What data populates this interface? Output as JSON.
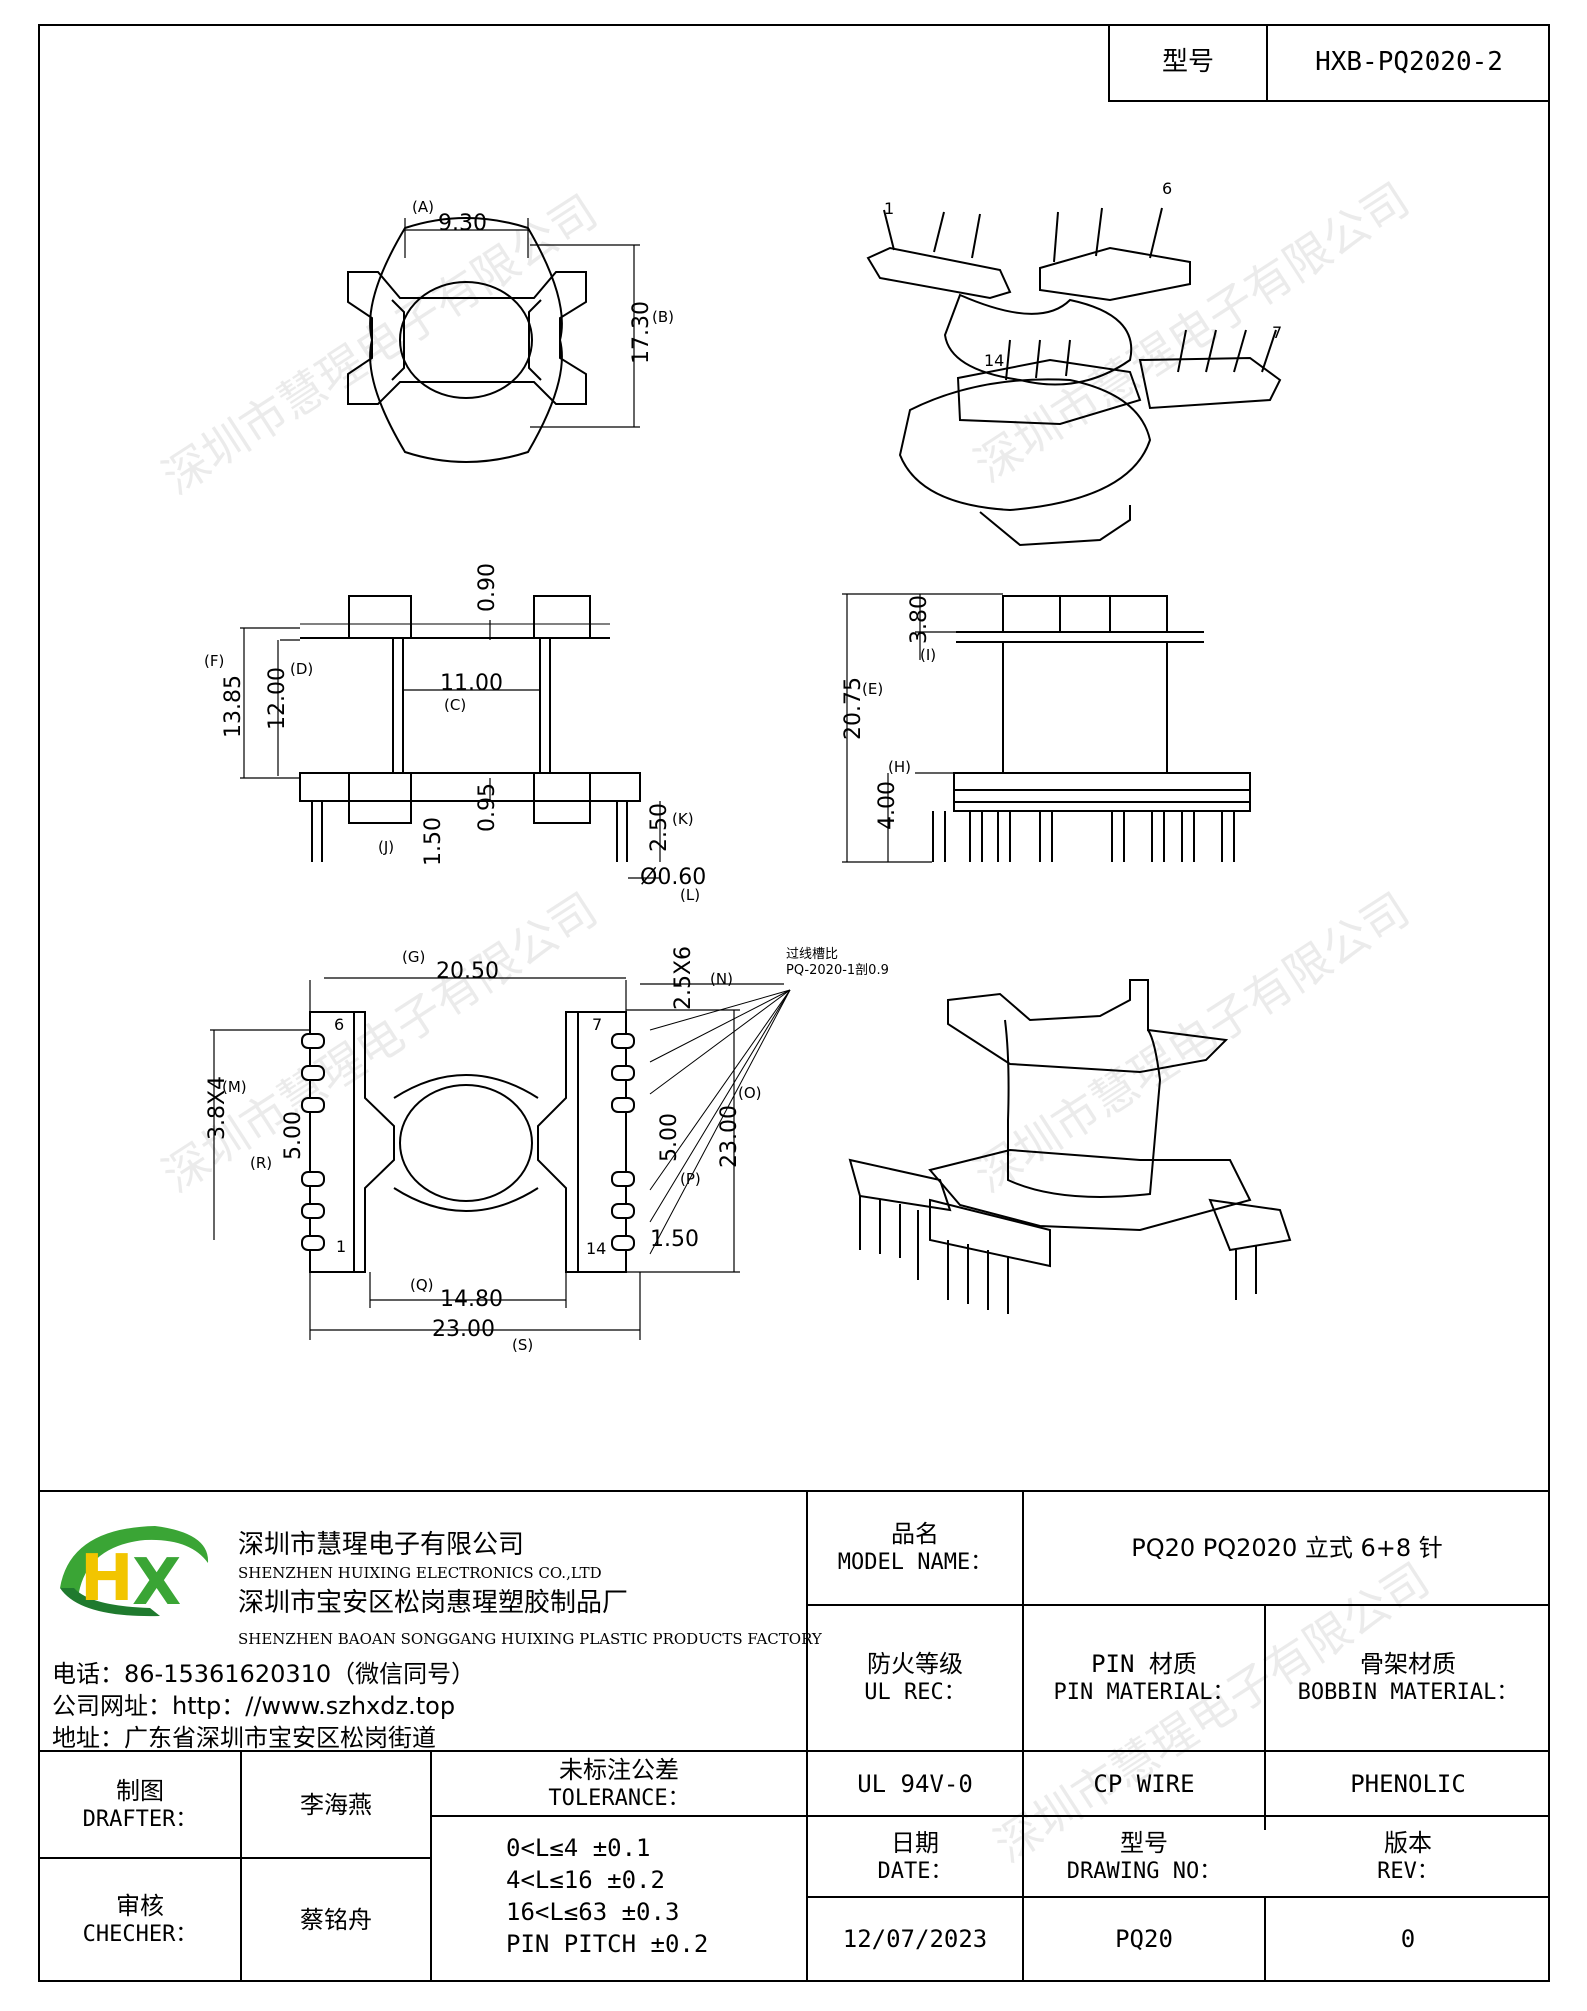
{
  "header": {
    "model_label": "型号",
    "model_value": "HXB-PQ2020-2"
  },
  "drawing": {
    "top_view": {
      "dim_a_value": "9.30",
      "dim_a_label": "(A)",
      "dim_b_value": "17.30",
      "dim_b_label": "(B)"
    },
    "iso_top": {
      "pin_1": "1",
      "pin_6": "6",
      "pin_7": "7",
      "pin_14": "14"
    },
    "front_view": {
      "d0": "0.90",
      "c_value": "11.00",
      "c_label": "(C)",
      "f_label": "(F)",
      "f_value": "13.85",
      "d_label": "(D)",
      "d_value": "12.00",
      "d095": "0.95",
      "k_value": "2.50",
      "k_label": "(K)",
      "j_label": "(J)",
      "j_value": "1.50",
      "l_value": "Ø0.60",
      "l_label": "(L)"
    },
    "side_view": {
      "i_value": "3.80",
      "i_label": "(I)",
      "e_value": "20.75",
      "e_label": "(E)",
      "h_label": "(H)",
      "h_value": "4.00"
    },
    "bottom_view": {
      "g_label": "(G)",
      "g_value": "20.50",
      "n_value": "2.5X6",
      "n_label": "(N)",
      "note_1": "过线槽比",
      "note_2": "PQ-2020-1剖0.9",
      "m_label": "(M)",
      "m_value": "3.8X4",
      "r_label": "(R)",
      "r_value": "5.00",
      "o_label": "(O)",
      "o_value": "23.00",
      "p_value": "5.00",
      "p_label": "(P)",
      "w150": "1.50",
      "q_label": "(Q)",
      "q_value": "14.80",
      "s_value": "23.00",
      "s_label": "(S)",
      "pin_6": "6",
      "pin_1": "1",
      "pin_7": "7",
      "pin_14": "14"
    }
  },
  "watermark": "深圳市慧瑆电子有限公司",
  "company": {
    "logo_text": "HX",
    "name_cn": "深圳市慧瑆电子有限公司",
    "name_en": "SHENZHEN HUIXING ELECTRONICS CO.,LTD",
    "factory_cn": "深圳市宝安区松岗惠瑆塑胶制品厂",
    "factory_en": "SHENZHEN BAOAN SONGGANG HUIXING PLASTIC PRODUCTS FACTORY",
    "phone": "电话：86-15361620310（微信同号）",
    "website": "公司网址：http：//www.szhxdz.top",
    "address": "地址：广东省深圳市宝安区松岗街道"
  },
  "title_block": {
    "model_name_cn": "品名",
    "model_name_en": "MODEL NAME：",
    "model_name_value": "PQ20 PQ2020 立式 6+8 针",
    "ul_cn": "防火等级",
    "ul_en": "UL REC：",
    "pin_mat_cn": "PIN 材质",
    "pin_mat_en": "PIN MATERIAL：",
    "bob_mat_cn": "骨架材质",
    "bob_mat_en": "BOBBIN MATERIAL：",
    "ul_value": "UL 94V-0",
    "pin_value": "CP WIRE",
    "bobbin_value": "PHENOLIC",
    "drafter_cn": "制图",
    "drafter_en": "DRAFTER：",
    "drafter_name": "李海燕",
    "checker_cn": "审核",
    "checker_en": "CHECHER：",
    "checker_name": "蔡铭舟",
    "tol_cn": "未标注公差",
    "tol_en": "TOLERANCE：",
    "tol_lines": [
      "0<L≤4  ±0.1",
      "4<L≤16 ±0.2",
      "16<L≤63 ±0.3",
      "PIN PITCH ±0.2"
    ],
    "date_cn": "日期",
    "date_en": "DATE：",
    "date_value": "12/07/2023",
    "dwg_cn": "型号",
    "dwg_en": "DRAWING NO：",
    "dwg_value": "PQ20",
    "rev_cn": "版本",
    "rev_en": "REV：",
    "rev_value": "0"
  },
  "colors": {
    "logo_green": "#3aa535",
    "logo_yellow": "#f2c500",
    "logo_darkgreen": "#1f7a2e"
  }
}
